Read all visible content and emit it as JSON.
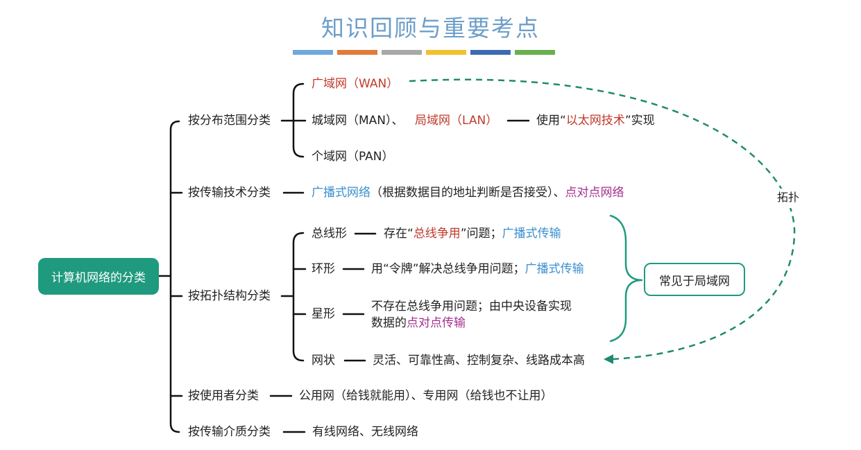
{
  "title": "知识回顾与重要考点",
  "color_bars": [
    "#6fa8dc",
    "#e07b39",
    "#a8a8a8",
    "#f2c12e",
    "#3d6bb3",
    "#6ab04c"
  ],
  "root": "计算机网络的分类",
  "categories": {
    "range": "按分布范围分类",
    "transmission": "按传输技术分类",
    "topology": "按拓扑结构分类",
    "user": "按使用者分类",
    "medium": "按传输介质分类"
  },
  "range": {
    "wan": "广域网（WAN）",
    "man": "城域网（MAN）、",
    "lan": "局域网（LAN）",
    "use_pre": "使用“",
    "ethernet": "以太网技术",
    "use_post": "”实现",
    "pan": "个域网（PAN）"
  },
  "transmission": {
    "broadcast": "广播式网络",
    "note": "（根据数据目的地址判断是否接受）、",
    "p2p": "点对点网络"
  },
  "topology": {
    "bus": "总线形",
    "bus_pre": "存在“",
    "bus_hl": "总线争用",
    "bus_post": "”问题；",
    "bus_type": "广播式传输",
    "ring": "环形",
    "ring_desc": "用“令牌”解决总线争用问题；",
    "ring_type": "广播式传输",
    "star": "星形",
    "star_desc1": "不存在总线争用问题；由中央设备实现",
    "star_desc2": "数据的",
    "star_type": "点对点传输",
    "mesh": "网状",
    "mesh_desc": "灵活、可靠性高、控制复杂、线路成本高"
  },
  "lan_common": "常见于局域网",
  "topology_link": "拓扑",
  "user": "公用网（给钱就能用）、专用网（给钱也不让用）",
  "medium": "有线网络、无线网络"
}
